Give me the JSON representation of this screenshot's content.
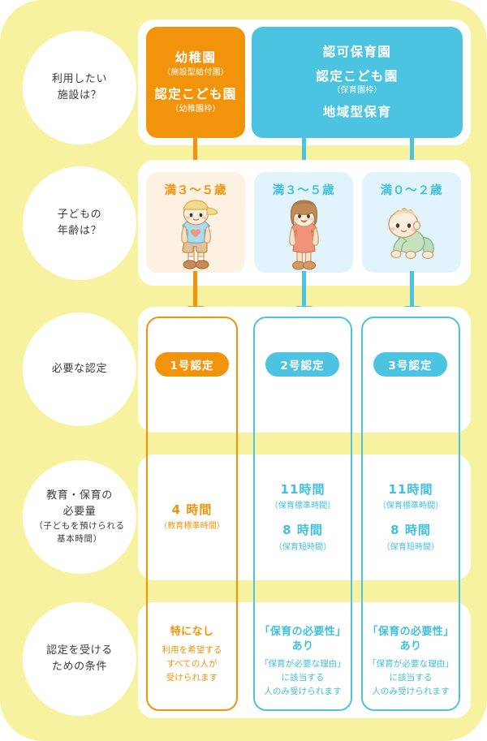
{
  "colors": {
    "background_yellow": "#f7f2a0",
    "panel_white": "#ffffff",
    "orange": "#f2940b",
    "orange_deep": "#ef8c00",
    "blue": "#4cc3e0",
    "blue_text": "#41c0de",
    "text_dark": "#3b3b3b",
    "age_orange_bg": "#fdf1e2",
    "age_blue_bg": "#e2f4fb"
  },
  "rows": [
    {
      "id": "facility",
      "question_main": "利用したい\n施設は？",
      "question_lines": [
        "利用したい",
        "施設は？"
      ],
      "question_sub": ""
    },
    {
      "id": "age",
      "question_lines": [
        "子どもの",
        "年齢は？"
      ],
      "question_sub": ""
    },
    {
      "id": "certification",
      "question_lines": [
        "必要な認定"
      ],
      "question_sub": ""
    },
    {
      "id": "hours",
      "question_lines": [
        "教育・保育の",
        "必要量"
      ],
      "question_sub_lines": [
        "（子どもを預けられる",
        "基本時間）"
      ]
    },
    {
      "id": "conditions",
      "question_lines": [
        "認定を受ける",
        "ための条件"
      ],
      "question_sub": ""
    }
  ],
  "facilities": {
    "kindergarten": {
      "name": "幼稚園",
      "name_note": "（施設型給付園）",
      "name2": "認定こども園",
      "name2_note": "（幼稚園枠）"
    },
    "nursery": {
      "name": "認可保育園",
      "name2": "認定こども園",
      "name2_note": "（保育園枠）",
      "name3": "地域型保育"
    }
  },
  "ages": [
    {
      "label": "満３〜５歳",
      "kid": "boy-icon"
    },
    {
      "label": "満３〜５歳",
      "kid": "girl-icon"
    },
    {
      "label": "満０〜２歳",
      "kid": "baby-icon"
    }
  ],
  "columns": [
    {
      "badge": "1号認定",
      "accent": "#f2940b",
      "hours": [
        {
          "big": "4 時間",
          "sub": "（教育標準時間）"
        }
      ],
      "condition_title": "特になし",
      "condition_lines": [
        "利用を希望する",
        "すべての人が",
        "受けられます"
      ]
    },
    {
      "badge": "2号認定",
      "accent": "#4cc3e0",
      "hours": [
        {
          "big": "11時間",
          "sub": "（保育標準時間）"
        },
        {
          "big": "8 時間",
          "sub": "（保育短時間）"
        }
      ],
      "condition_title": "「保育の必要性」あり",
      "condition_lines": [
        "「保育が必要な理由」",
        "に該当する",
        "人のみ受けられます"
      ]
    },
    {
      "badge": "3号認定",
      "accent": "#4cc3e0",
      "hours": [
        {
          "big": "11時間",
          "sub": "（保育標準時間）"
        },
        {
          "big": "8 時間",
          "sub": "（保育短時間）"
        }
      ],
      "condition_title": "「保育の必要性」あり",
      "condition_lines": [
        "「保育が必要な理由」",
        "に該当する",
        "人のみ受けられます"
      ]
    }
  ]
}
